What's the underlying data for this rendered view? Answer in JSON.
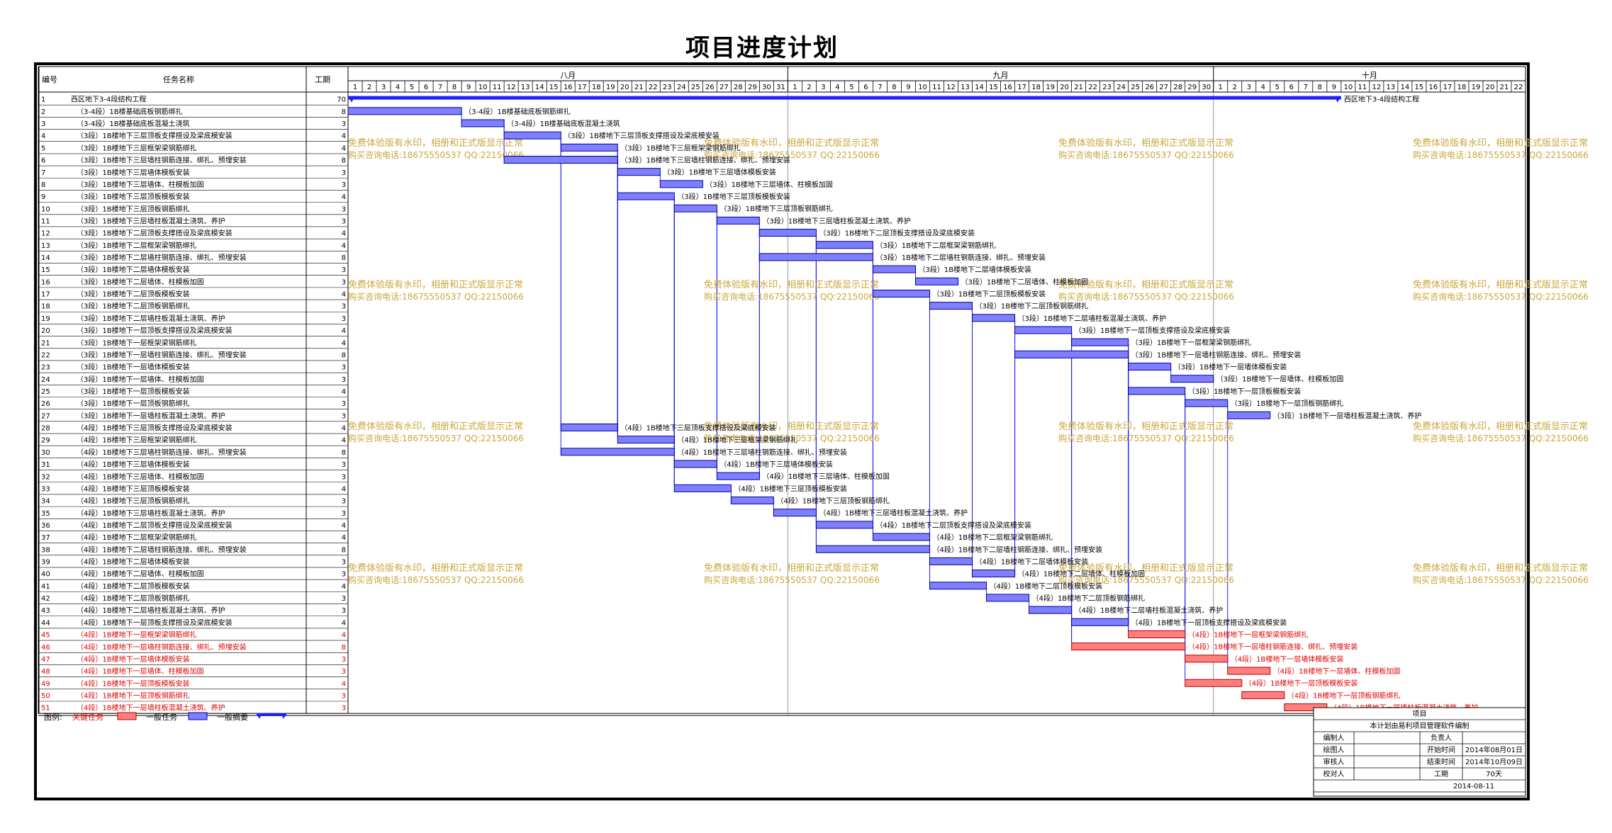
{
  "title": "项目进度计划",
  "columns": {
    "id": "编号",
    "name": "任务名称",
    "duration": "工期"
  },
  "months": [
    {
      "label": "八月",
      "days": 31
    },
    {
      "label": "九月",
      "days": 30
    },
    {
      "label": "十月",
      "days": 22
    }
  ],
  "watermark": {
    "line1": "免费体验版有水印，相册和正式版显示正常",
    "line2": "购买咨询电话:18675550537 QQ:22150066"
  },
  "legend": {
    "label": "图例:",
    "critical": "关键任务",
    "normal": "一般任务",
    "summary": "一般摘要"
  },
  "info_box": {
    "header": "项目",
    "note": "本计划由易利项目管理软件编制",
    "rows": [
      [
        "编制人",
        "",
        "负责人",
        ""
      ],
      [
        "绘图人",
        "",
        "开始时间",
        "2014年08月01日"
      ],
      [
        "审核人",
        "",
        "结束时间",
        "2014年10月09日"
      ],
      [
        "校对人",
        "",
        "工期",
        "70天"
      ]
    ],
    "date": "2014-08-11"
  },
  "colors": {
    "normal": "#7f7fff",
    "critical": "#ff7f7f",
    "summary": "#1f1fff",
    "watermark": "#c9a63a",
    "critical_text": "#e00000"
  },
  "chart_data": {
    "type": "gantt",
    "time_range": [
      "2014-08-01",
      "2014-10-22"
    ],
    "tasks": [
      {
        "id": "1",
        "name": "西区地下3-4段结构工程",
        "duration": "70",
        "start": "2014-08-01",
        "end": "2014-10-09",
        "type": "summary"
      },
      {
        "id": "2",
        "name": "（3-4段）1B楼基础底板钢筋绑扎",
        "duration": "8",
        "start": "2014-08-01",
        "end": "2014-08-08",
        "type": "normal"
      },
      {
        "id": "3",
        "name": "（3-4段）1B楼基础底板混凝土浇筑",
        "duration": "3",
        "start": "2014-08-09",
        "end": "2014-08-11",
        "type": "normal"
      },
      {
        "id": "4",
        "name": "（3段）1B楼地下三层顶板支撑搭设及梁底模安装",
        "duration": "4",
        "start": "2014-08-12",
        "end": "2014-08-15",
        "type": "normal"
      },
      {
        "id": "5",
        "name": "（3段）1B楼地下三层框架梁钢筋绑扎",
        "duration": "4",
        "start": "2014-08-16",
        "end": "2014-08-19",
        "type": "normal"
      },
      {
        "id": "6",
        "name": "（3段）1B楼地下三层墙柱钢筋连接、绑扎、预埋安装",
        "duration": "8",
        "start": "2014-08-12",
        "end": "2014-08-19",
        "type": "normal"
      },
      {
        "id": "7",
        "name": "（3段）1B楼地下三层墙体模板安装",
        "duration": "3",
        "start": "2014-08-20",
        "end": "2014-08-22",
        "type": "normal"
      },
      {
        "id": "8",
        "name": "（3段）1B楼地下三层墙体、柱模板加固",
        "duration": "3",
        "start": "2014-08-23",
        "end": "2014-08-25",
        "type": "normal"
      },
      {
        "id": "9",
        "name": "（3段）1B楼地下三层顶板模板安装",
        "duration": "4",
        "start": "2014-08-20",
        "end": "2014-08-23",
        "type": "normal"
      },
      {
        "id": "10",
        "name": "（3段）1B楼地下三层顶板钢筋绑扎",
        "duration": "3",
        "start": "2014-08-24",
        "end": "2014-08-26",
        "type": "normal"
      },
      {
        "id": "11",
        "name": "（3段）1B楼地下三层墙柱板混凝土浇筑、养护",
        "duration": "3",
        "start": "2014-08-27",
        "end": "2014-08-29",
        "type": "normal"
      },
      {
        "id": "12",
        "name": "（3段）1B楼地下二层顶板支撑搭设及梁底模安装",
        "duration": "4",
        "start": "2014-08-30",
        "end": "2014-09-02",
        "type": "normal"
      },
      {
        "id": "13",
        "name": "（3段）1B楼地下二层框架梁钢筋绑扎",
        "duration": "4",
        "start": "2014-09-03",
        "end": "2014-09-06",
        "type": "normal"
      },
      {
        "id": "14",
        "name": "（3段）1B楼地下二层墙柱钢筋连接、绑扎、预埋安装",
        "duration": "8",
        "start": "2014-08-30",
        "end": "2014-09-06",
        "type": "normal"
      },
      {
        "id": "15",
        "name": "（3段）1B楼地下二层墙体模板安装",
        "duration": "3",
        "start": "2014-09-07",
        "end": "2014-09-09",
        "type": "normal"
      },
      {
        "id": "16",
        "name": "（3段）1B楼地下二层墙体、柱模板加固",
        "duration": "3",
        "start": "2014-09-10",
        "end": "2014-09-12",
        "type": "normal"
      },
      {
        "id": "17",
        "name": "（3段）1B楼地下二层顶板模板安装",
        "duration": "4",
        "start": "2014-09-07",
        "end": "2014-09-10",
        "type": "normal"
      },
      {
        "id": "18",
        "name": "（3段）1B楼地下二层顶板钢筋绑扎",
        "duration": "3",
        "start": "2014-09-11",
        "end": "2014-09-13",
        "type": "normal"
      },
      {
        "id": "19",
        "name": "（3段）1B楼地下二层墙柱板混凝土浇筑、养护",
        "duration": "3",
        "start": "2014-09-14",
        "end": "2014-09-16",
        "type": "normal"
      },
      {
        "id": "20",
        "name": "（3段）1B楼地下一层顶板支撑搭设及梁底模安装",
        "duration": "4",
        "start": "2014-09-17",
        "end": "2014-09-20",
        "type": "normal"
      },
      {
        "id": "21",
        "name": "（3段）1B楼地下一层框架梁钢筋绑扎",
        "duration": "4",
        "start": "2014-09-21",
        "end": "2014-09-24",
        "type": "normal"
      },
      {
        "id": "22",
        "name": "（3段）1B楼地下一层墙柱钢筋连接、绑扎、预埋安装",
        "duration": "8",
        "start": "2014-09-17",
        "end": "2014-09-24",
        "type": "normal"
      },
      {
        "id": "23",
        "name": "（3段）1B楼地下一层墙体模板安装",
        "duration": "3",
        "start": "2014-09-25",
        "end": "2014-09-27",
        "type": "normal"
      },
      {
        "id": "24",
        "name": "（3段）1B楼地下一层墙体、柱模板加固",
        "duration": "3",
        "start": "2014-09-28",
        "end": "2014-09-30",
        "type": "normal"
      },
      {
        "id": "25",
        "name": "（3段）1B楼地下一层顶板模板安装",
        "duration": "4",
        "start": "2014-09-25",
        "end": "2014-09-28",
        "type": "normal"
      },
      {
        "id": "26",
        "name": "（3段）1B楼地下一层顶板钢筋绑扎",
        "duration": "3",
        "start": "2014-09-29",
        "end": "2014-10-01",
        "type": "normal"
      },
      {
        "id": "27",
        "name": "（3段）1B楼地下一层墙柱板混凝土浇筑、养护",
        "duration": "3",
        "start": "2014-10-02",
        "end": "2014-10-04",
        "type": "normal"
      },
      {
        "id": "28",
        "name": "（4段）1B楼地下三层顶板支撑搭设及梁底模安装",
        "duration": "4",
        "start": "2014-08-16",
        "end": "2014-08-19",
        "type": "normal"
      },
      {
        "id": "29",
        "name": "（4段）1B楼地下三层框架梁钢筋绑扎",
        "duration": "4",
        "start": "2014-08-20",
        "end": "2014-08-23",
        "type": "normal"
      },
      {
        "id": "30",
        "name": "（4段）1B楼地下三层墙柱钢筋连接、绑扎、预埋安装",
        "duration": "8",
        "start": "2014-08-16",
        "end": "2014-08-23",
        "type": "normal"
      },
      {
        "id": "31",
        "name": "（4段）1B楼地下三层墙体模板安装",
        "duration": "3",
        "start": "2014-08-24",
        "end": "2014-08-26",
        "type": "normal"
      },
      {
        "id": "32",
        "name": "（4段）1B楼地下三层墙体、柱模板加固",
        "duration": "3",
        "start": "2014-08-27",
        "end": "2014-08-29",
        "type": "normal"
      },
      {
        "id": "33",
        "name": "（4段）1B楼地下三层顶板模板安装",
        "duration": "4",
        "start": "2014-08-24",
        "end": "2014-08-27",
        "type": "normal"
      },
      {
        "id": "34",
        "name": "（4段）1B楼地下三层顶板钢筋绑扎",
        "duration": "3",
        "start": "2014-08-28",
        "end": "2014-08-30",
        "type": "normal"
      },
      {
        "id": "35",
        "name": "（4段）1B楼地下三层墙柱板混凝土浇筑、养护",
        "duration": "3",
        "start": "2014-08-31",
        "end": "2014-09-02",
        "type": "normal"
      },
      {
        "id": "36",
        "name": "（4段）1B楼地下二层顶板支撑搭设及梁底模安装",
        "duration": "4",
        "start": "2014-09-03",
        "end": "2014-09-06",
        "type": "normal"
      },
      {
        "id": "37",
        "name": "（4段）1B楼地下二层框架梁钢筋绑扎",
        "duration": "4",
        "start": "2014-09-07",
        "end": "2014-09-10",
        "type": "normal"
      },
      {
        "id": "38",
        "name": "（4段）1B楼地下二层墙柱钢筋连接、绑扎、预埋安装",
        "duration": "8",
        "start": "2014-09-03",
        "end": "2014-09-10",
        "type": "normal"
      },
      {
        "id": "39",
        "name": "（4段）1B楼地下二层墙体模板安装",
        "duration": "3",
        "start": "2014-09-11",
        "end": "2014-09-13",
        "type": "normal"
      },
      {
        "id": "40",
        "name": "（4段）1B楼地下二层墙体、柱模板加固",
        "duration": "3",
        "start": "2014-09-14",
        "end": "2014-09-16",
        "type": "normal"
      },
      {
        "id": "41",
        "name": "（4段）1B楼地下二层顶板模板安装",
        "duration": "4",
        "start": "2014-09-11",
        "end": "2014-09-14",
        "type": "normal"
      },
      {
        "id": "42",
        "name": "（4段）1B楼地下二层顶板钢筋绑扎",
        "duration": "3",
        "start": "2014-09-15",
        "end": "2014-09-17",
        "type": "normal"
      },
      {
        "id": "43",
        "name": "（4段）1B楼地下二层墙柱板混凝土浇筑、养护",
        "duration": "3",
        "start": "2014-09-18",
        "end": "2014-09-20",
        "type": "normal"
      },
      {
        "id": "44",
        "name": "（4段）1B楼地下一层顶板支撑搭设及梁底模安装",
        "duration": "4",
        "start": "2014-09-21",
        "end": "2014-09-24",
        "type": "normal"
      },
      {
        "id": "45",
        "name": "（4段）1B楼地下一层框架梁钢筋绑扎",
        "duration": "4",
        "start": "2014-09-25",
        "end": "2014-09-28",
        "type": "critical"
      },
      {
        "id": "46",
        "name": "（4段）1B楼地下一层墙柱钢筋连接、绑扎、预埋安装",
        "duration": "8",
        "start": "2014-09-21",
        "end": "2014-09-28",
        "type": "critical"
      },
      {
        "id": "47",
        "name": "（4段）1B楼地下一层墙体模板安装",
        "duration": "3",
        "start": "2014-09-29",
        "end": "2014-10-01",
        "type": "critical"
      },
      {
        "id": "48",
        "name": "（4段）1B楼地下一层墙体、柱模板加固",
        "duration": "3",
        "start": "2014-10-02",
        "end": "2014-10-04",
        "type": "critical"
      },
      {
        "id": "49",
        "name": "（4段）1B楼地下一层顶板模板安装",
        "duration": "4",
        "start": "2014-09-29",
        "end": "2014-10-02",
        "type": "critical"
      },
      {
        "id": "50",
        "name": "（4段）1B楼地下一层顶板钢筋绑扎",
        "duration": "3",
        "start": "2014-10-03",
        "end": "2014-10-05",
        "type": "critical"
      },
      {
        "id": "51",
        "name": "（4段）1B楼地下一层墙柱板混凝土浇筑、养护",
        "duration": "3",
        "start": "2014-10-06",
        "end": "2014-10-08",
        "type": "critical"
      }
    ]
  }
}
